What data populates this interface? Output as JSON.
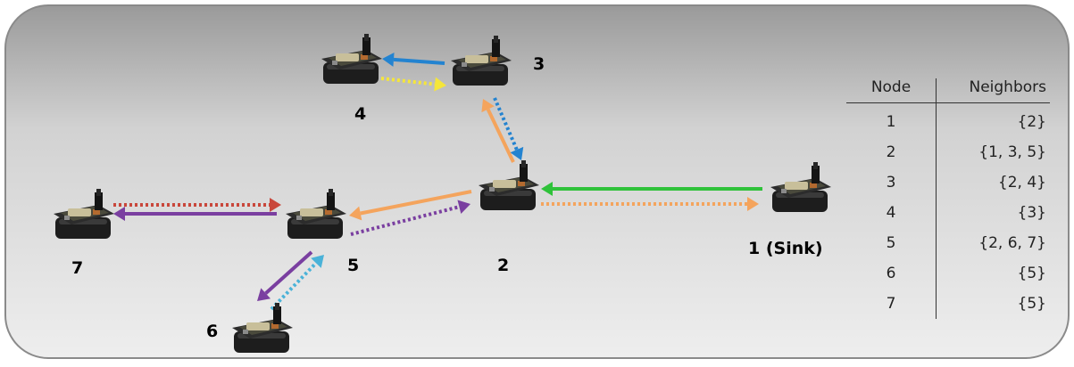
{
  "nodes": [
    {
      "id": "1",
      "label": "1 (Sink)",
      "color": "#22b14c"
    },
    {
      "id": "2",
      "label": "2",
      "color": "#f4a45d"
    },
    {
      "id": "3",
      "label": "3",
      "color": "#2383d0"
    },
    {
      "id": "4",
      "label": "4",
      "color": "#f5e63a"
    },
    {
      "id": "5",
      "label": "5",
      "color": "#7a3fa0"
    },
    {
      "id": "6",
      "label": "6",
      "color": "#4ab2d8"
    },
    {
      "id": "7",
      "label": "7",
      "color": "#c9473b"
    }
  ],
  "table": {
    "header": {
      "node": "Node",
      "neighbors": "Neighbors"
    },
    "rows": [
      {
        "node": "1",
        "neighbors": "{2}"
      },
      {
        "node": "2",
        "neighbors": "{1, 3, 5}"
      },
      {
        "node": "3",
        "neighbors": "{2, 4}"
      },
      {
        "node": "4",
        "neighbors": "{3}"
      },
      {
        "node": "5",
        "neighbors": "{2, 6, 7}"
      },
      {
        "node": "6",
        "neighbors": "{5}"
      },
      {
        "node": "7",
        "neighbors": "{5}"
      }
    ]
  },
  "edges": [
    {
      "from": "1",
      "to": "2",
      "style": "solid",
      "color": "#2fc23a"
    },
    {
      "from": "2",
      "to": "1",
      "style": "dotted",
      "color": "#f4a45d"
    },
    {
      "from": "2",
      "to": "3",
      "style": "solid",
      "color": "#f4a45d"
    },
    {
      "from": "3",
      "to": "2",
      "style": "dotted",
      "color": "#2383d0"
    },
    {
      "from": "3",
      "to": "4",
      "style": "solid",
      "color": "#2383d0"
    },
    {
      "from": "4",
      "to": "3",
      "style": "dotted",
      "color": "#f5e63a"
    },
    {
      "from": "2",
      "to": "5",
      "style": "solid",
      "color": "#f4a45d"
    },
    {
      "from": "5",
      "to": "2",
      "style": "dotted",
      "color": "#7a3fa0"
    },
    {
      "from": "5",
      "to": "7",
      "style": "solid",
      "color": "#7a3fa0"
    },
    {
      "from": "7",
      "to": "5",
      "style": "dotted",
      "color": "#c9473b"
    },
    {
      "from": "5",
      "to": "6",
      "style": "solid",
      "color": "#7a3fa0"
    },
    {
      "from": "6",
      "to": "5",
      "style": "dotted",
      "color": "#4ab2d8"
    }
  ]
}
